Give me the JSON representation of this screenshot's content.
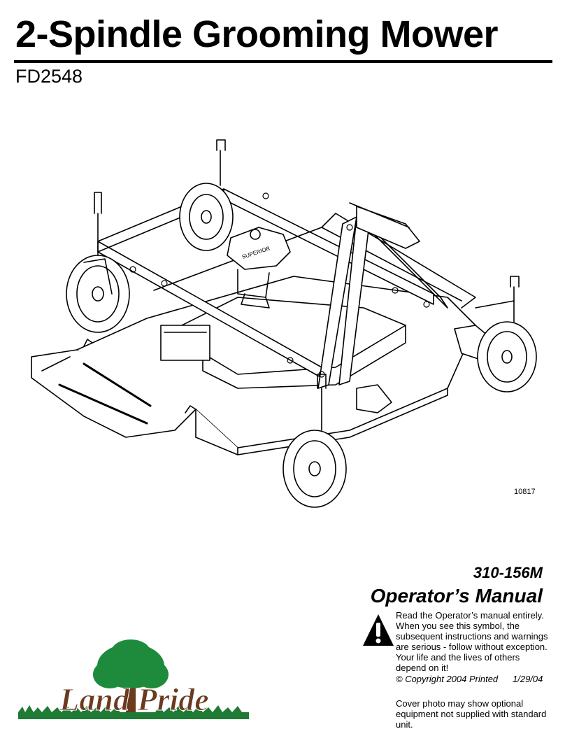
{
  "header": {
    "title": "2-Spindle Grooming Mower",
    "model": "FD2548"
  },
  "figure": {
    "number": "10817",
    "gearbox_label": "SUPERIOR"
  },
  "manual": {
    "part_number": "310-156M",
    "title": "Operator’s Manual"
  },
  "warning": {
    "icon": "warning-icon",
    "text": "Read the Operator’s manual entirely. When you see this symbol, the subsequent instructions and warnings are serious - follow without exception. Your life and the lives of others depend on it!"
  },
  "copyright": {
    "text": "© Copyright 2004 Printed",
    "date": "1/29/04"
  },
  "cover_note": "Cover photo may show optional equipment not supplied with standard unit.",
  "logo": {
    "text": "Land Pride",
    "icon": "tree-icon",
    "colors": {
      "tree": "#1e8a3c",
      "letters": "#6b3a1f",
      "grass": "#1e7a34"
    }
  }
}
